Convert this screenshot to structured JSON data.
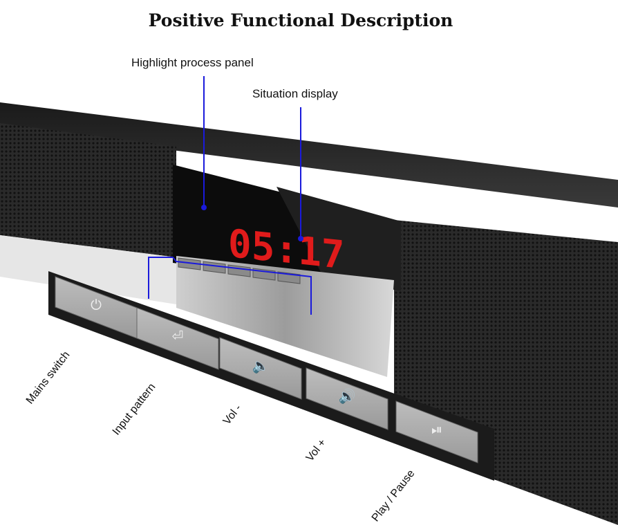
{
  "title": "Positive Functional Description",
  "callouts": {
    "panel": "Highlight process panel",
    "display": "Situation display"
  },
  "display_time": "05:17",
  "buttons": [
    {
      "label": "Mains switch",
      "icon": "power-icon"
    },
    {
      "label": "Input pattern",
      "icon": "input-icon"
    },
    {
      "label": "Vol -",
      "icon": "volume-down-icon"
    },
    {
      "label": "Vol +",
      "icon": "volume-up-icon"
    },
    {
      "label": "Play / Pause",
      "icon": "play-pause-icon"
    }
  ],
  "colors": {
    "callout_line": "#1a1adb",
    "display_digits": "#e01b1b"
  }
}
